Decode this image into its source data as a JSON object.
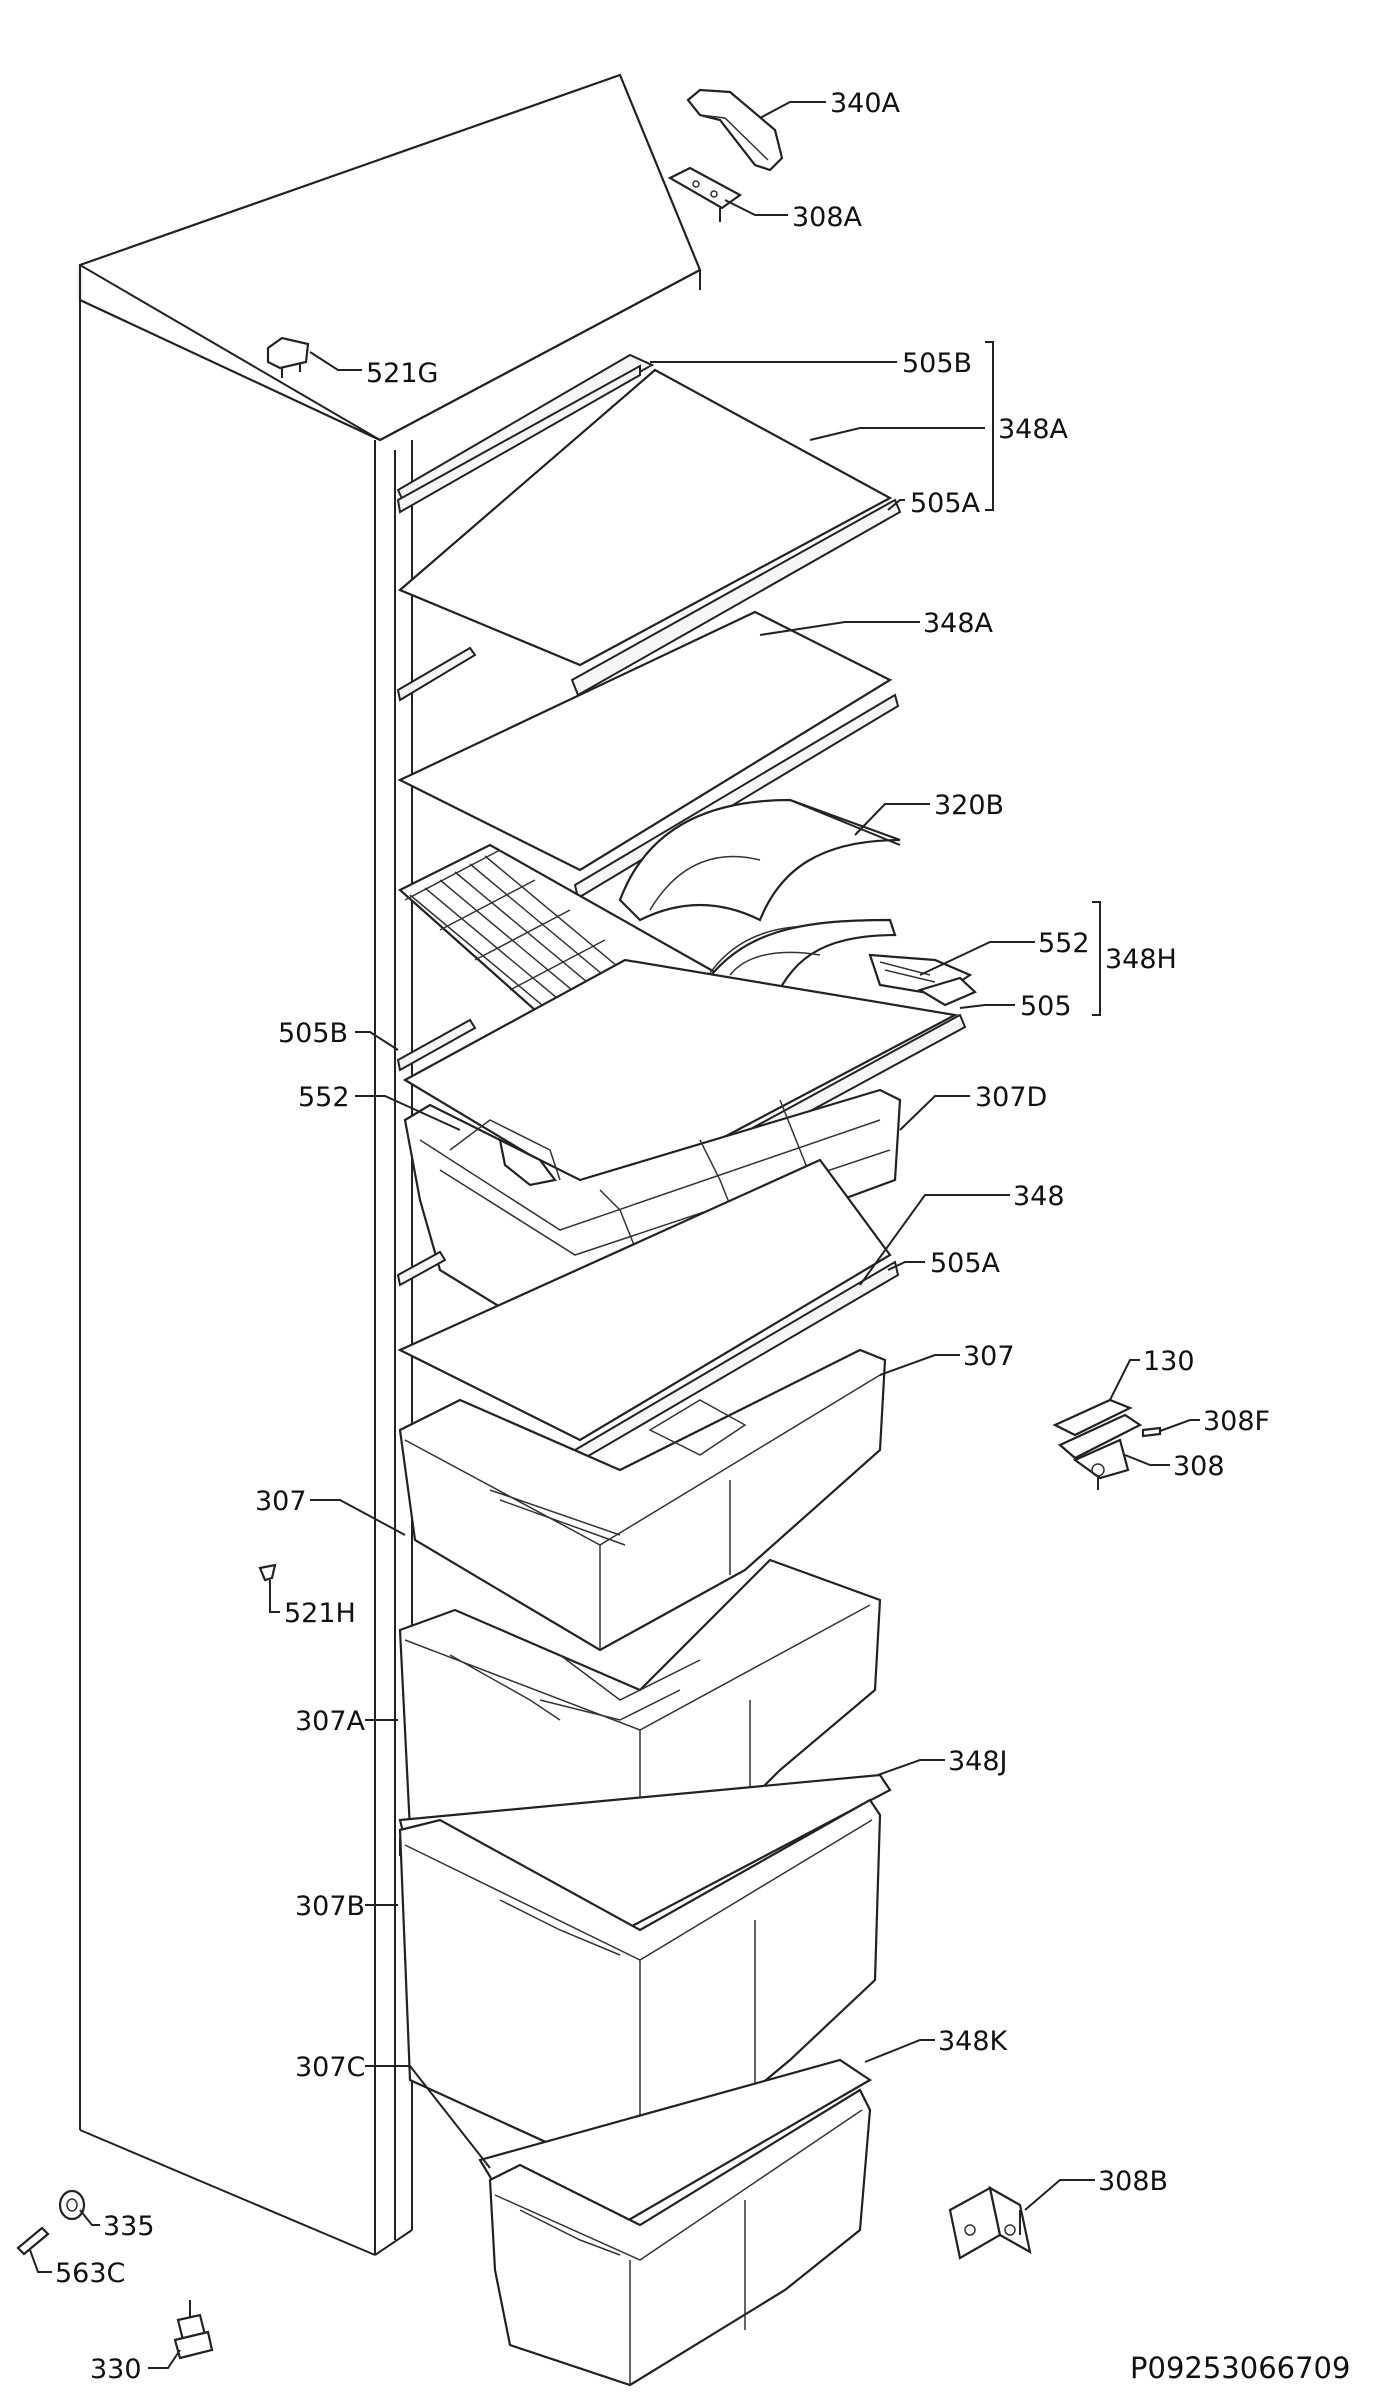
{
  "labels": {
    "l340A": "340A",
    "l308A": "308A",
    "l521G": "521G",
    "l505B_top": "505B",
    "l348A_top": "348A",
    "l505A_top": "505A",
    "l348A_2": "348A",
    "l320B": "320B",
    "l552_right": "552",
    "l348H": "348H",
    "l505": "505",
    "l505B_left": "505B",
    "l552_left": "552",
    "l307D": "307D",
    "l348": "348",
    "l505A_mid": "505A",
    "l307_right": "307",
    "l130": "130",
    "l308F": "308F",
    "l308": "308",
    "l307_left": "307",
    "l521H": "521H",
    "l307A": "307A",
    "l348J": "348J",
    "l307B": "307B",
    "l307C": "307C",
    "l348K": "348K",
    "l308B": "308B",
    "l335": "335",
    "l563C": "563C",
    "l330": "330"
  },
  "picture_id": "P09253066709"
}
